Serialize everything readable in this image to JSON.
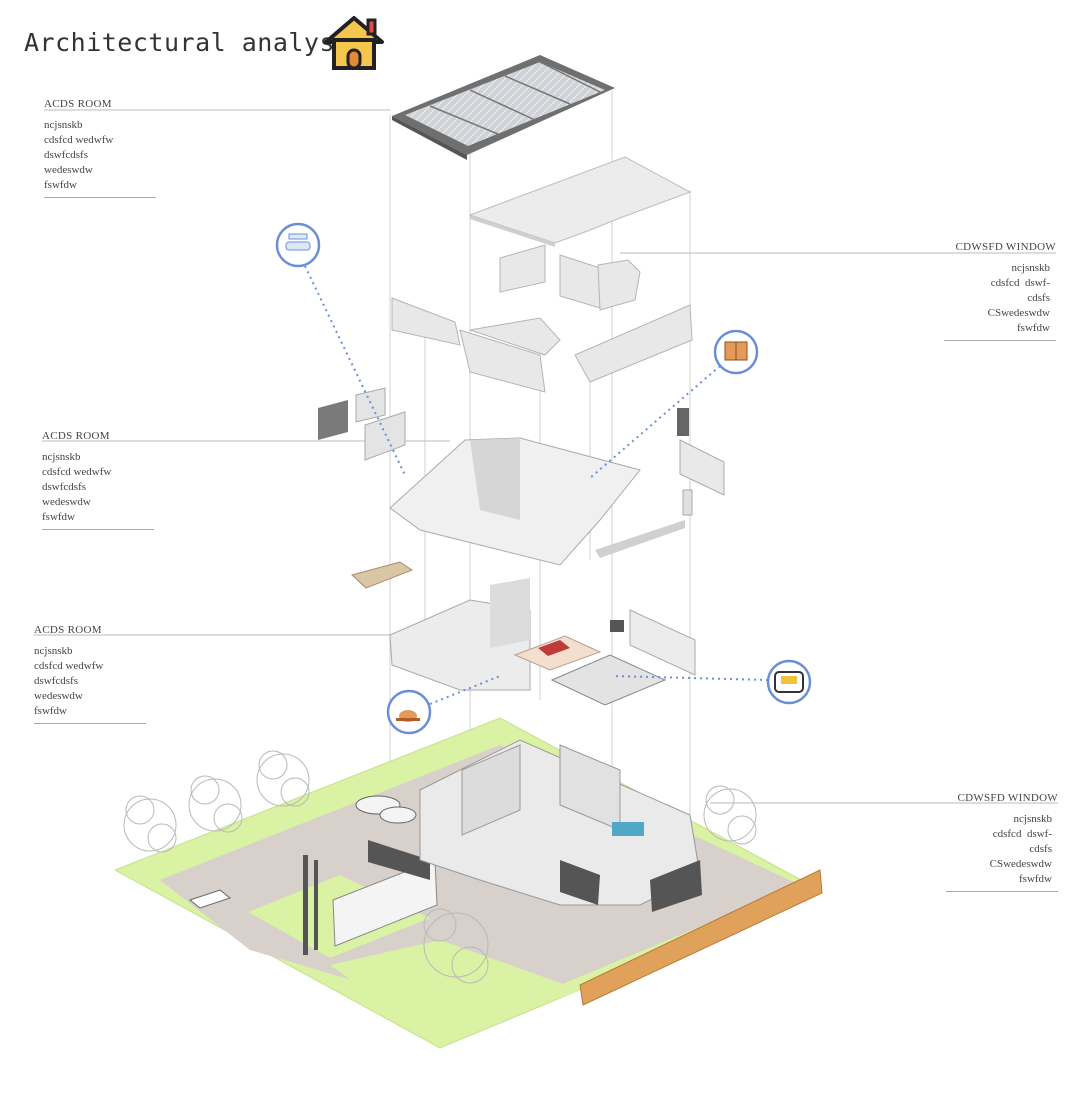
{
  "title": "Architectural analysis",
  "notes": [
    {
      "id": "note-1",
      "heading": "ACDS ROOM",
      "lines": [
        "ncjsnskb",
        "cdsfcd wedwfw",
        "dswfcdsfs",
        "wedeswdw",
        "fswfdw"
      ]
    },
    {
      "id": "note-2",
      "heading": "CDWSFD WINDOW",
      "lines": [
        "ncjsnskb",
        "cdsfcd  dswf-",
        "cdsfs",
        "CSwedeswdw",
        "fswfdw"
      ]
    },
    {
      "id": "note-3",
      "heading": "ACDS ROOM",
      "lines": [
        "ncjsnskb",
        "cdsfcd wedwfw",
        "dswfcdsfs",
        "wedeswdw",
        "fswfdw"
      ]
    },
    {
      "id": "note-4",
      "heading": "ACDS ROOM",
      "lines": [
        "ncjsnskb",
        "cdsfcd wedwfw",
        "dswfcdsfs",
        "wedeswdw",
        "fswfdw"
      ]
    },
    {
      "id": "note-5",
      "heading": "CDWSFD WINDOW",
      "lines": [
        "ncjsnskb",
        "cdsfcd  dswf-",
        "cdsfs",
        "CSwedeswdw",
        "fswfdw"
      ]
    }
  ],
  "icons": [
    "house-icon",
    "bathtub-icon",
    "book-icon",
    "sofa-icon",
    "dining-icon"
  ],
  "colors": {
    "accent": "#6a8fd8",
    "lawn": "#d9f2a4",
    "paving": "#d7d0cb",
    "wall": "#e6e6e6",
    "roof": "#8a8a8a",
    "fence": "#e0a15a"
  }
}
